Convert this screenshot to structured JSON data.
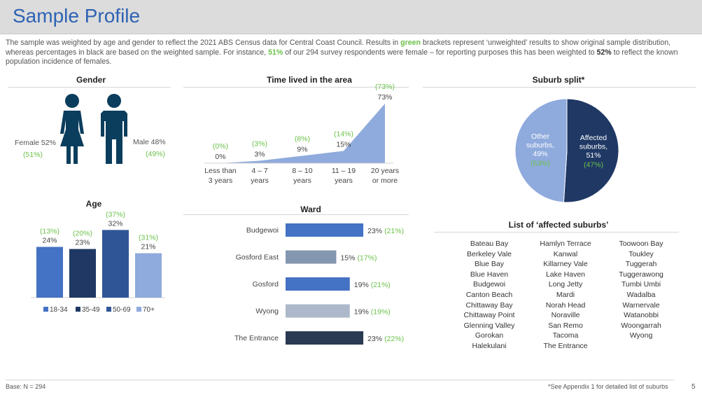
{
  "title": "Sample Profile",
  "intro": {
    "p1": "The sample was weighted by age and gender to reflect the 2021 ABS Census data for Central Coast Council. Results in ",
    "green_word": "green",
    "p2": " brackets represent ‘unweighted’ results to show original sample distribution, whereas percentages in black are based on the weighted sample.  For instance, ",
    "pct_unweighted": "51%",
    "p3": " of our 294 survey respondents were female – for reporting purposes this has been weighted to ",
    "pct_weighted": "52%",
    "p4": " to reflect the known population incidence of females."
  },
  "gender": {
    "title": "Gender",
    "female_label": "Female 52%",
    "female_unweighted": "(51%)",
    "male_label": "Male 48%",
    "male_unweighted": "(49%)"
  },
  "colors": {
    "navy": "#1f3864",
    "blue": "#4472c4",
    "mid": "#2f5597",
    "light": "#8faadc",
    "grey": "#8497b0",
    "pale": "#adb9ca",
    "dark": "#2a3a52",
    "green": "#6bc24a",
    "person": "#0b3d5c"
  },
  "chart_data": [
    {
      "type": "area",
      "title": "Time lived in the area",
      "categories": [
        "Less than 3 years",
        "4 – 7 years",
        "8 – 10 years",
        "11 – 19 years",
        "20 years or more"
      ],
      "values": [
        0,
        3,
        9,
        15,
        73
      ],
      "value_labels": [
        "0%",
        "3%",
        "9%",
        "15%",
        "73%"
      ],
      "unweighted_labels": [
        "(0%)",
        "(3%)",
        "(8%)",
        "(14%)",
        "(73%)"
      ],
      "ylim": [
        0,
        73
      ]
    },
    {
      "type": "bar",
      "title": "Age",
      "categories": [
        "18-34",
        "35-49",
        "50-69",
        "70+"
      ],
      "values": [
        24,
        23,
        32,
        21
      ],
      "value_labels": [
        "24%",
        "23%",
        "32%",
        "21%"
      ],
      "unweighted_labels": [
        "(13%)",
        "(20%)",
        "(37%)",
        "(31%)"
      ],
      "legend": [
        "18-34",
        "35-49",
        "50-69",
        "70+"
      ],
      "legend_position": "bottom",
      "ylim": [
        0,
        40
      ]
    },
    {
      "type": "bar",
      "orientation": "horizontal",
      "title": "Ward",
      "categories": [
        "Budgewoi",
        "Gosford East",
        "Gosford",
        "Wyong",
        "The Entrance"
      ],
      "values": [
        23,
        15,
        19,
        19,
        23
      ],
      "value_labels": [
        "23%",
        "15%",
        "19%",
        "19%",
        "23%"
      ],
      "unweighted_labels": [
        "(21%)",
        "(17%)",
        "(21%)",
        "(19%)",
        "(22%)"
      ],
      "xlim": [
        0,
        25
      ]
    },
    {
      "type": "pie",
      "title": "Suburb split*",
      "categories": [
        "Affected suburbs",
        "Other suburbs"
      ],
      "values": [
        51,
        49
      ],
      "slice_labels": [
        [
          "Affected",
          "suburbs,",
          "51%"
        ],
        [
          "Other",
          "suburbs,",
          "49%"
        ]
      ],
      "unweighted_labels": [
        "(47%)",
        "(53%)"
      ]
    }
  ],
  "suburb_list": {
    "title": "List of ‘affected suburbs’",
    "col1": [
      "Bateau Bay",
      "Berkeley Vale",
      "Blue Bay",
      "Blue Haven",
      "Budgewoi",
      "Canton Beach",
      "Chittaway Bay",
      "Chittaway Point",
      "Glenning Valley",
      "Gorokan",
      "Halekulani"
    ],
    "col2": [
      "Hamlyn Terrace",
      "Kanwal",
      "Killarney Vale",
      "Lake Haven",
      "Long Jetty",
      "Mardi",
      "Norah Head",
      "Noraville",
      "San Remo",
      "Tacoma",
      "The Entrance"
    ],
    "col3": [
      "Toowoon Bay",
      "Toukley",
      "Tuggerah",
      "Tuggerawong",
      "Tumbi Umbi",
      "Wadalba",
      "Warnervale",
      "Watanobbi",
      "Woongarrah",
      "Wyong"
    ]
  },
  "footer": {
    "base": "Base: N = 294",
    "note": "*See Appendix 1 for detailed list of suburbs",
    "page_number": "5"
  }
}
